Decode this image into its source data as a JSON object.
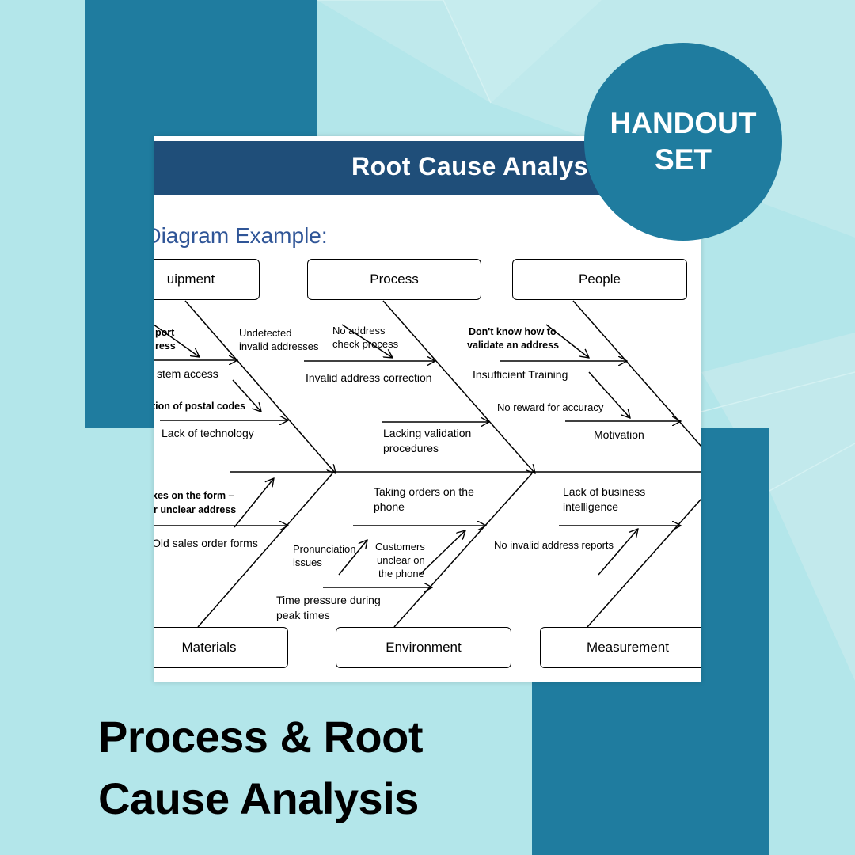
{
  "colors": {
    "background": "#b3e6ea",
    "accent_blue": "#1f7c9f",
    "slide_header": "#1f4e79",
    "subtitle": "#2f5597"
  },
  "slide": {
    "title": "Root Cause Analysi",
    "subtitle": "e Diagram Example:",
    "categories": {
      "equipment": "uipment",
      "process": "Process",
      "people": "People",
      "materials": "Materials",
      "environment": "Environment",
      "measurement": "Measurement"
    },
    "causes": {
      "report_address": [
        "port",
        "ress"
      ],
      "system_access": "stem access",
      "postal_codes": "tion of postal codes",
      "lack_technology": "Lack of technology",
      "undetected": [
        "Undetected",
        "invalid addresses"
      ],
      "no_address_check": [
        "No address",
        "check process"
      ],
      "invalid_correction": "Invalid address correction",
      "lacking_validation": [
        "Lacking validation",
        "procedures"
      ],
      "dont_know": [
        "Don't know how to",
        "validate an address"
      ],
      "insufficient_training": "Insufficient Training",
      "no_reward": "No reward for accuracy",
      "motivation": "Motivation",
      "boxes_form": [
        "xes on the form –",
        "r unclear address"
      ],
      "old_forms": "Old sales order forms",
      "taking_orders": [
        "Taking orders on the",
        "phone"
      ],
      "pronunciation": [
        "Pronunciation",
        "issues"
      ],
      "customers_unclear": [
        "Customers",
        "unclear on",
        "the phone"
      ],
      "time_pressure": [
        "Time pressure during",
        "peak times"
      ],
      "lack_bi": [
        "Lack of business",
        "intelligence"
      ],
      "no_reports": "No invalid address reports"
    }
  },
  "badge": {
    "line1": "HANDOUT",
    "line2": "SET"
  },
  "headline": {
    "line1": "Process & Root",
    "line2": "Cause Analysis"
  }
}
